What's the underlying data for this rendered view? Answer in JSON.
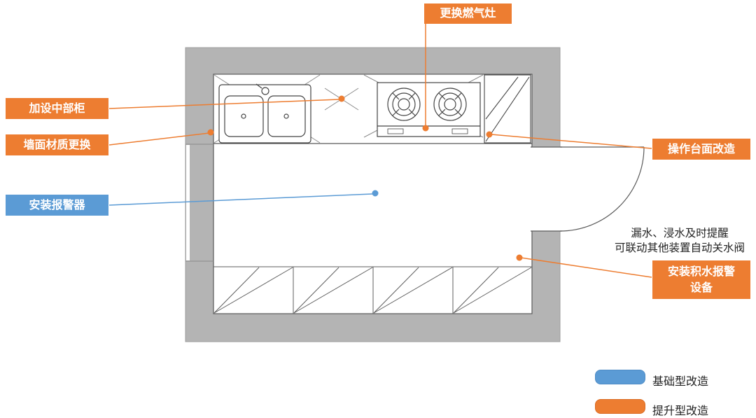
{
  "callouts": {
    "replace_gas_stove": "更换燃气灶",
    "add_middle_cabinet": "加设中部柜",
    "wall_material_replacement": "墙面材质更换",
    "install_alarm": "安装报警器",
    "countertop_renovation": "操作台面改造",
    "install_water_alarm_device": "安装积水报警\n设备"
  },
  "notes": {
    "water_leak_note": "漏水、浸水及时提醒\n可联动其他装置自动关水阀"
  },
  "legend": {
    "items": [
      {
        "label": "基础型改造",
        "color": "#5B9BD5"
      },
      {
        "label": "提升型改造",
        "color": "#ED7D31"
      }
    ]
  },
  "colors": {
    "upgrade_orange": "#ED7D31",
    "basic_blue": "#5B9BD5",
    "wall_gray": "#B4B4B4"
  }
}
